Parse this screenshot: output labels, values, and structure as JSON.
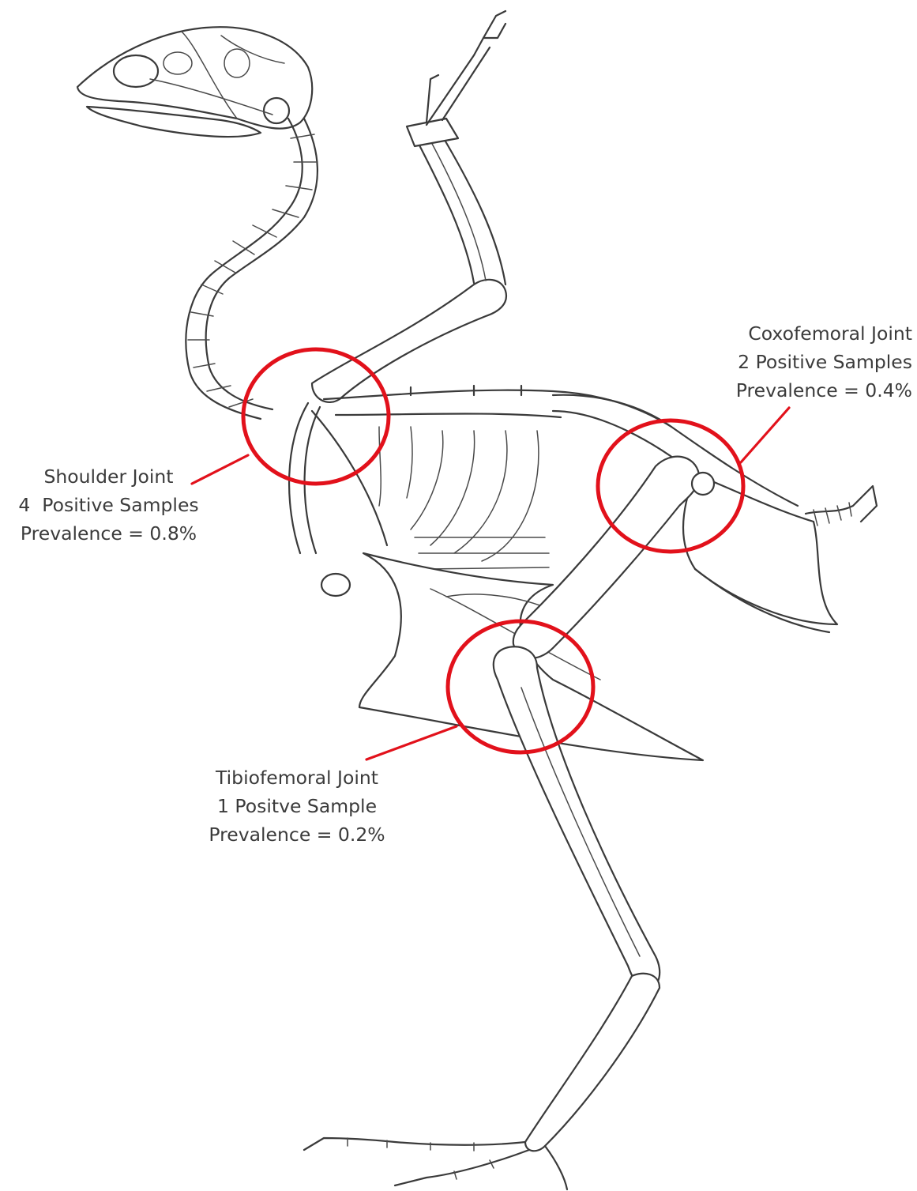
{
  "colors": {
    "highlight": "#e2111b",
    "line": "#3a3a3a",
    "text": "#3b3b3b",
    "background": "#ffffff"
  },
  "joints": [
    {
      "id": "shoulder",
      "title": "Shoulder Joint",
      "samples": "4  Positive Samples",
      "prevalence": "Prevalence = 0.8%"
    },
    {
      "id": "coxofemoral",
      "title": "Coxofemoral Joint",
      "samples": "2 Positive Samples",
      "prevalence": "Prevalence = 0.4%"
    },
    {
      "id": "tibiofemoral",
      "title": "Tibiofemoral Joint",
      "samples": "1 Positve Sample",
      "prevalence": "Prevalence = 0.2%"
    }
  ]
}
